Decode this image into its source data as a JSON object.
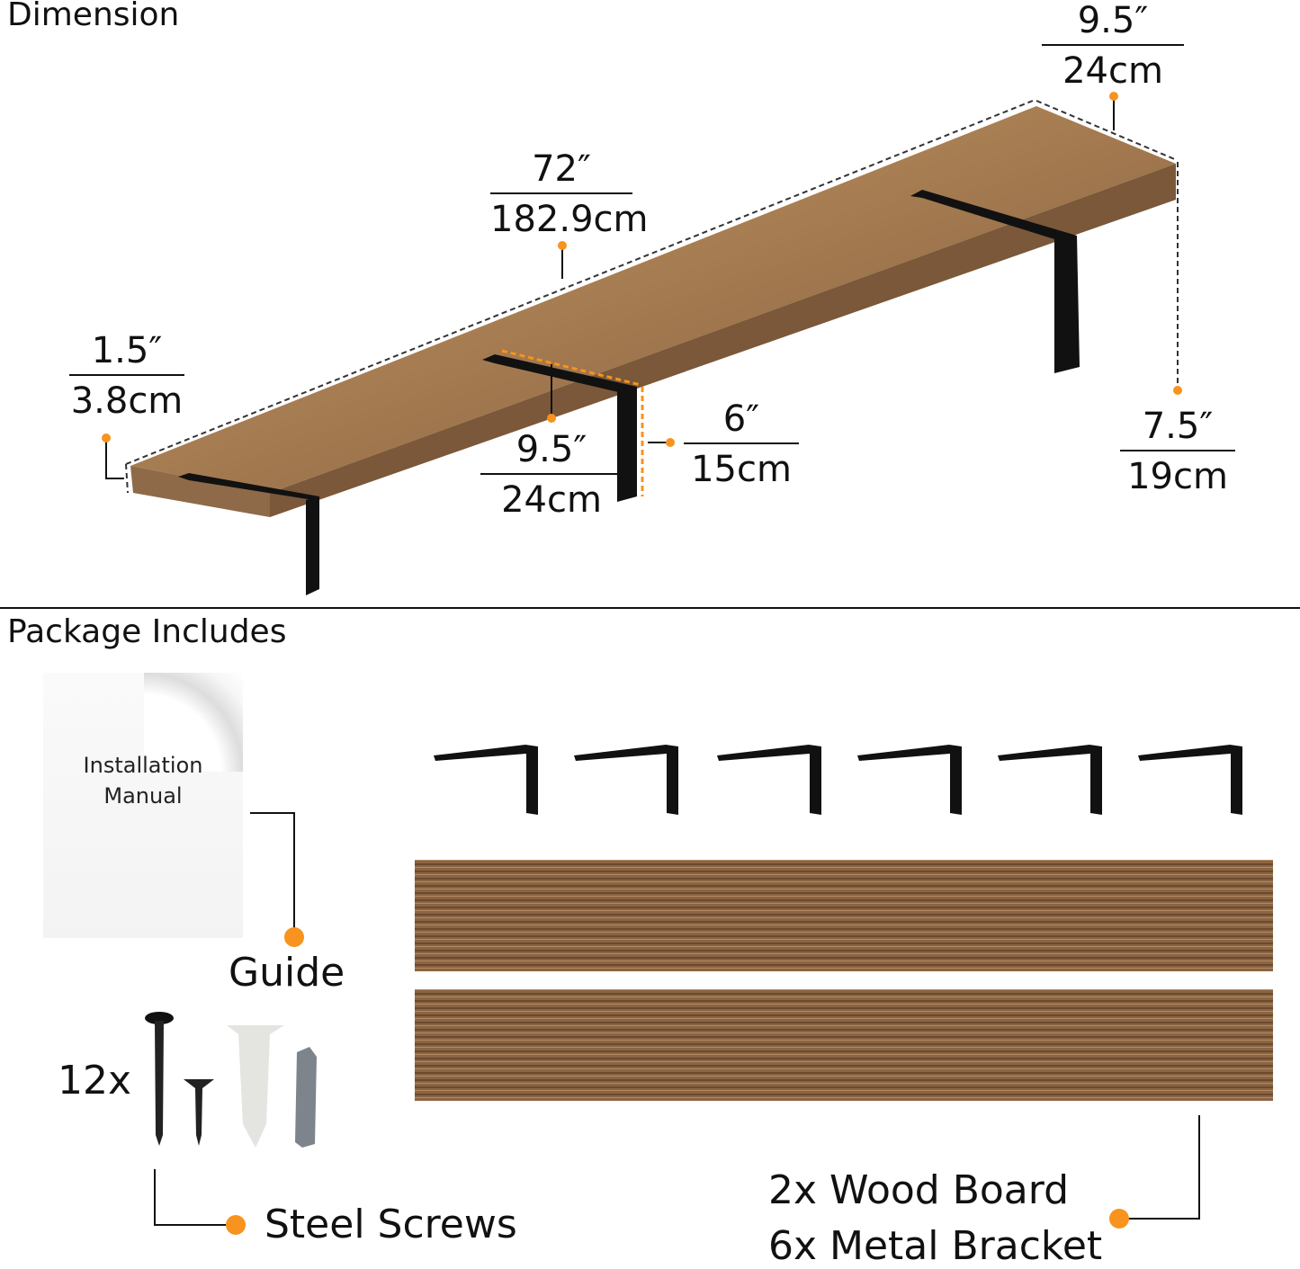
{
  "sections": {
    "dimension_title": "Dimension",
    "package_title": "Package Includes"
  },
  "dimensions": {
    "length": {
      "imperial": "72″",
      "metric": "182.9cm"
    },
    "depth_right": {
      "imperial": "9.5″",
      "metric": "24cm"
    },
    "thickness": {
      "imperial": "1.5″",
      "metric": "3.8cm"
    },
    "bracket_depth": {
      "imperial": "9.5″",
      "metric": "24cm"
    },
    "bracket_height": {
      "imperial": "6″",
      "metric": "15cm"
    },
    "bracket_length": {
      "imperial": "7.5″",
      "metric": "19cm"
    }
  },
  "package": {
    "manual_text_line1": "Installation",
    "manual_text_line2": "Manual",
    "guide_label": "Guide",
    "screws_count": "12x",
    "screws_label": "Steel Screws",
    "boards_label": "2x Wood Board",
    "brackets_label": "6x Metal Bracket"
  },
  "colors": {
    "accent": "#F7931E",
    "wood": "#8B6A47",
    "bracket": "#111111"
  }
}
